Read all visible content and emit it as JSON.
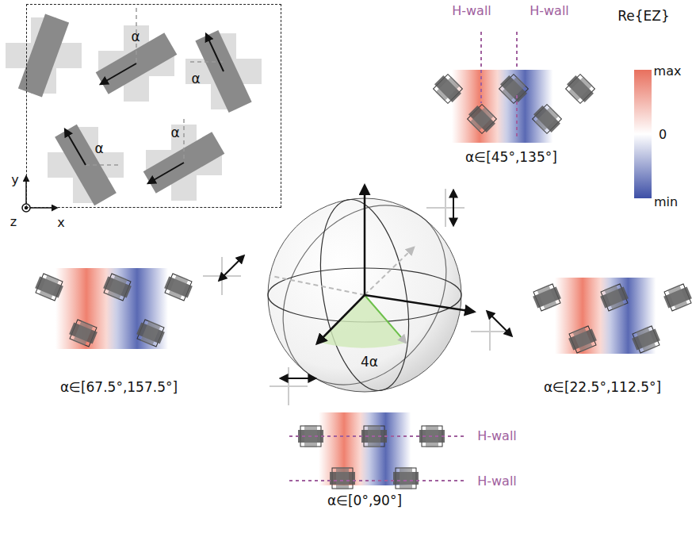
{
  "diagram": {
    "nodes": [
      {
        "text": [
          "α",
          "α",
          "α",
          "α",
          "y",
          "z",
          "x"
        ]
      },
      {
        "text": [
          "H-wall",
          "H-wall",
          "α∈[45°,135°]"
        ]
      },
      {
        "text": [
          "α∈[67.5°,157.5°]"
        ]
      },
      {
        "text": [
          "α∈[22.5°,112.5°]"
        ]
      },
      {
        "text": [
          "H-wall",
          "H-wall",
          "α∈[0°,90°]"
        ]
      }
    ],
    "labels": [
      "Re{EZ}",
      "max",
      "0",
      "min",
      "4α"
    ]
  }
}
